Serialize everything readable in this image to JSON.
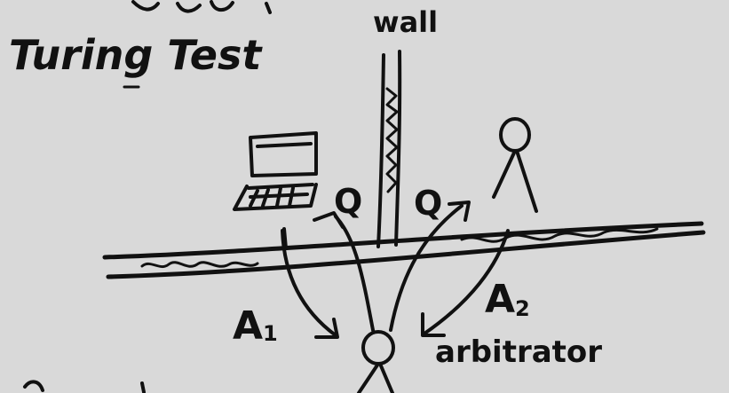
{
  "title": "Turing Test",
  "labels": {
    "wall": "wall",
    "question_left": "Q",
    "question_right": "Q",
    "answer_1": "A",
    "answer_1_sub": "1",
    "answer_2": "A",
    "answer_2_sub": "2",
    "arbitrator": "arbitrator"
  },
  "colors": {
    "background": "#d9d9d9",
    "ink": "#111111"
  }
}
